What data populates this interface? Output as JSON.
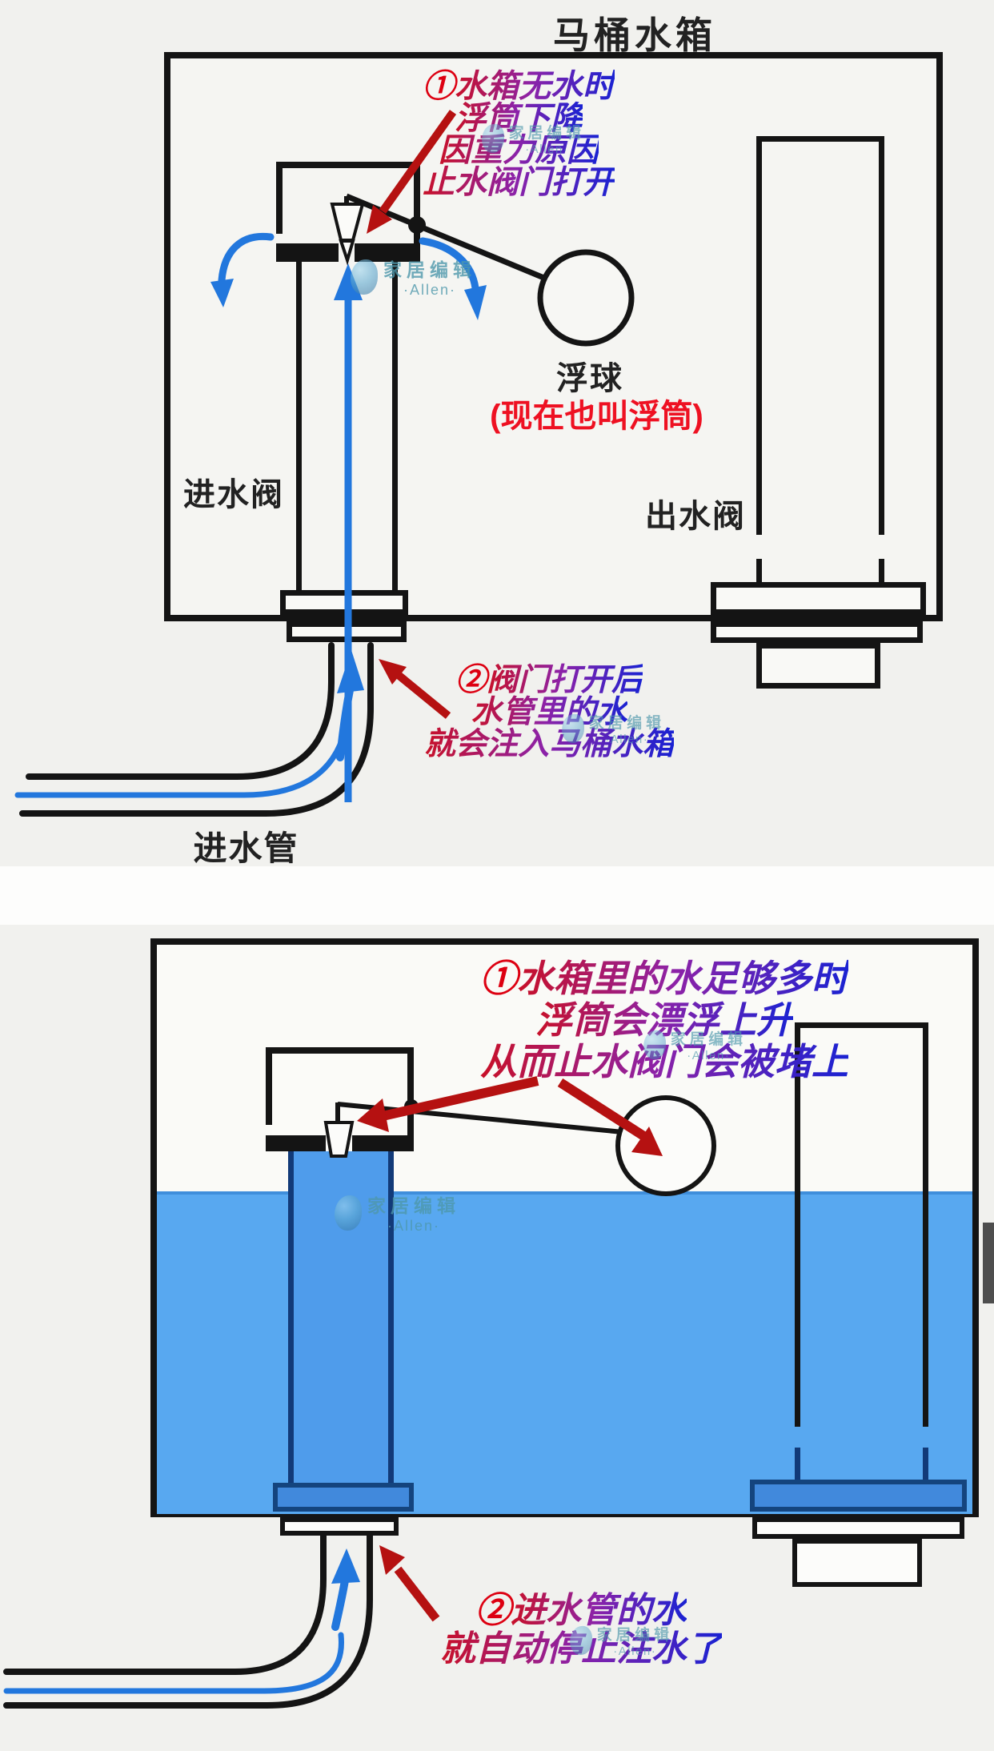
{
  "panel1": {
    "title": "马桶水箱",
    "annotation1": {
      "lines": [
        {
          "prefix": "①",
          "text": "水箱无水时"
        },
        {
          "prefix": "",
          "text": "浮筒下降"
        },
        {
          "prefix": "",
          "text": "因重力原因"
        },
        {
          "prefix": "",
          "text": "止水阀门打开"
        }
      ]
    },
    "float_ball_label": "浮球",
    "float_ball_alt_label": "(现在也叫浮筒)",
    "inlet_valve_label": "进水阀",
    "outlet_valve_label": "出水阀",
    "annotation2": {
      "lines": [
        {
          "prefix": "②",
          "text": "阀门打开后"
        },
        {
          "prefix": "",
          "text": "水管里的水"
        },
        {
          "prefix": "",
          "text": "就会注入马桶水箱"
        }
      ]
    },
    "inlet_pipe_label": "进水管"
  },
  "panel2": {
    "annotation1": {
      "lines": [
        {
          "prefix": "①",
          "text": "水箱里的水足够多时"
        },
        {
          "prefix": "",
          "text": "浮筒会漂浮上升"
        },
        {
          "prefix": "",
          "text": "从而止水阀门会被堵上"
        }
      ]
    },
    "annotation2": {
      "lines": [
        {
          "prefix": "②",
          "text": "进水管的水"
        },
        {
          "prefix": "",
          "text": "就自动停止注水了"
        }
      ]
    }
  },
  "watermark": {
    "line1": "家居编辑",
    "line2": "·Allen·"
  },
  "colors": {
    "water": "#58a8f0",
    "pipe_water": "#4f9ceb",
    "flange_blue": "#4189dc",
    "arrow_blue": "#2277dd",
    "arrow_red": "#b51111",
    "diagram_line": "#141414",
    "label_dark": "#222222",
    "label_red": "#ee1122",
    "gradient_start": "#c81028",
    "gradient_mid": "#8c22a8",
    "gradient_end": "#1a22d2"
  }
}
